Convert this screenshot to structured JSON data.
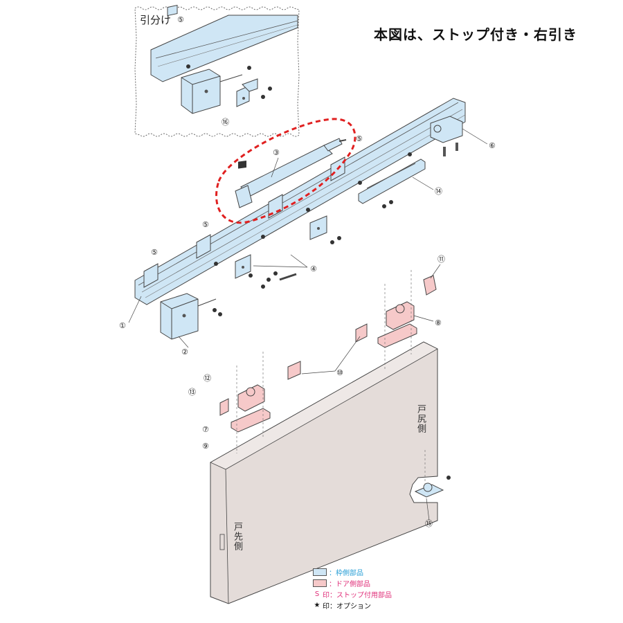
{
  "title": "本図は、ストップ付き・右引き",
  "inset": {
    "label": "引分け"
  },
  "door": {
    "rear_side_label": "戸尻側",
    "front_side_label": "戸先側"
  },
  "parts": [
    "①",
    "②",
    "③",
    "④",
    "⑤",
    "⑥",
    "⑦",
    "⑧",
    "⑨",
    "⑩",
    "⑪",
    "⑫",
    "⑬",
    "⑭",
    "⑮",
    "⑯"
  ],
  "legend": {
    "frame_parts": "：枠側部品",
    "door_parts": "：ドア側部品",
    "stop_mark": "S",
    "stop_parts": "印：ストップ付用部品",
    "option_mark": "★",
    "option": "印：オプション"
  },
  "colors": {
    "frame": "#cfe6f5",
    "door_parts": "#f6c9c9",
    "door_panel": "#e4dcd9",
    "highlight": "#e02020",
    "legend_blue": "#2a9fd6",
    "legend_magenta": "#e0307a"
  }
}
